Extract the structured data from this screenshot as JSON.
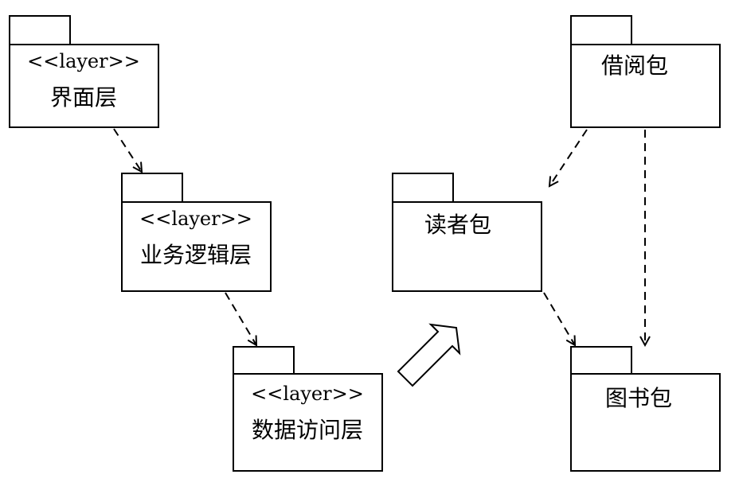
{
  "packages": {
    "ui_layer": {
      "stereotype": "<<layer>>",
      "name": "界面层"
    },
    "business_layer": {
      "stereotype": "<<layer>>",
      "name": "业务逻辑层"
    },
    "data_access_layer": {
      "stereotype": "<<layer>>",
      "name": "数据访问层"
    },
    "reader_package": {
      "name": "读者包"
    },
    "borrow_package": {
      "name": "借阅包"
    },
    "book_package": {
      "name": "图书包"
    }
  },
  "colors": {
    "stroke": "#000000",
    "background": "#ffffff"
  }
}
